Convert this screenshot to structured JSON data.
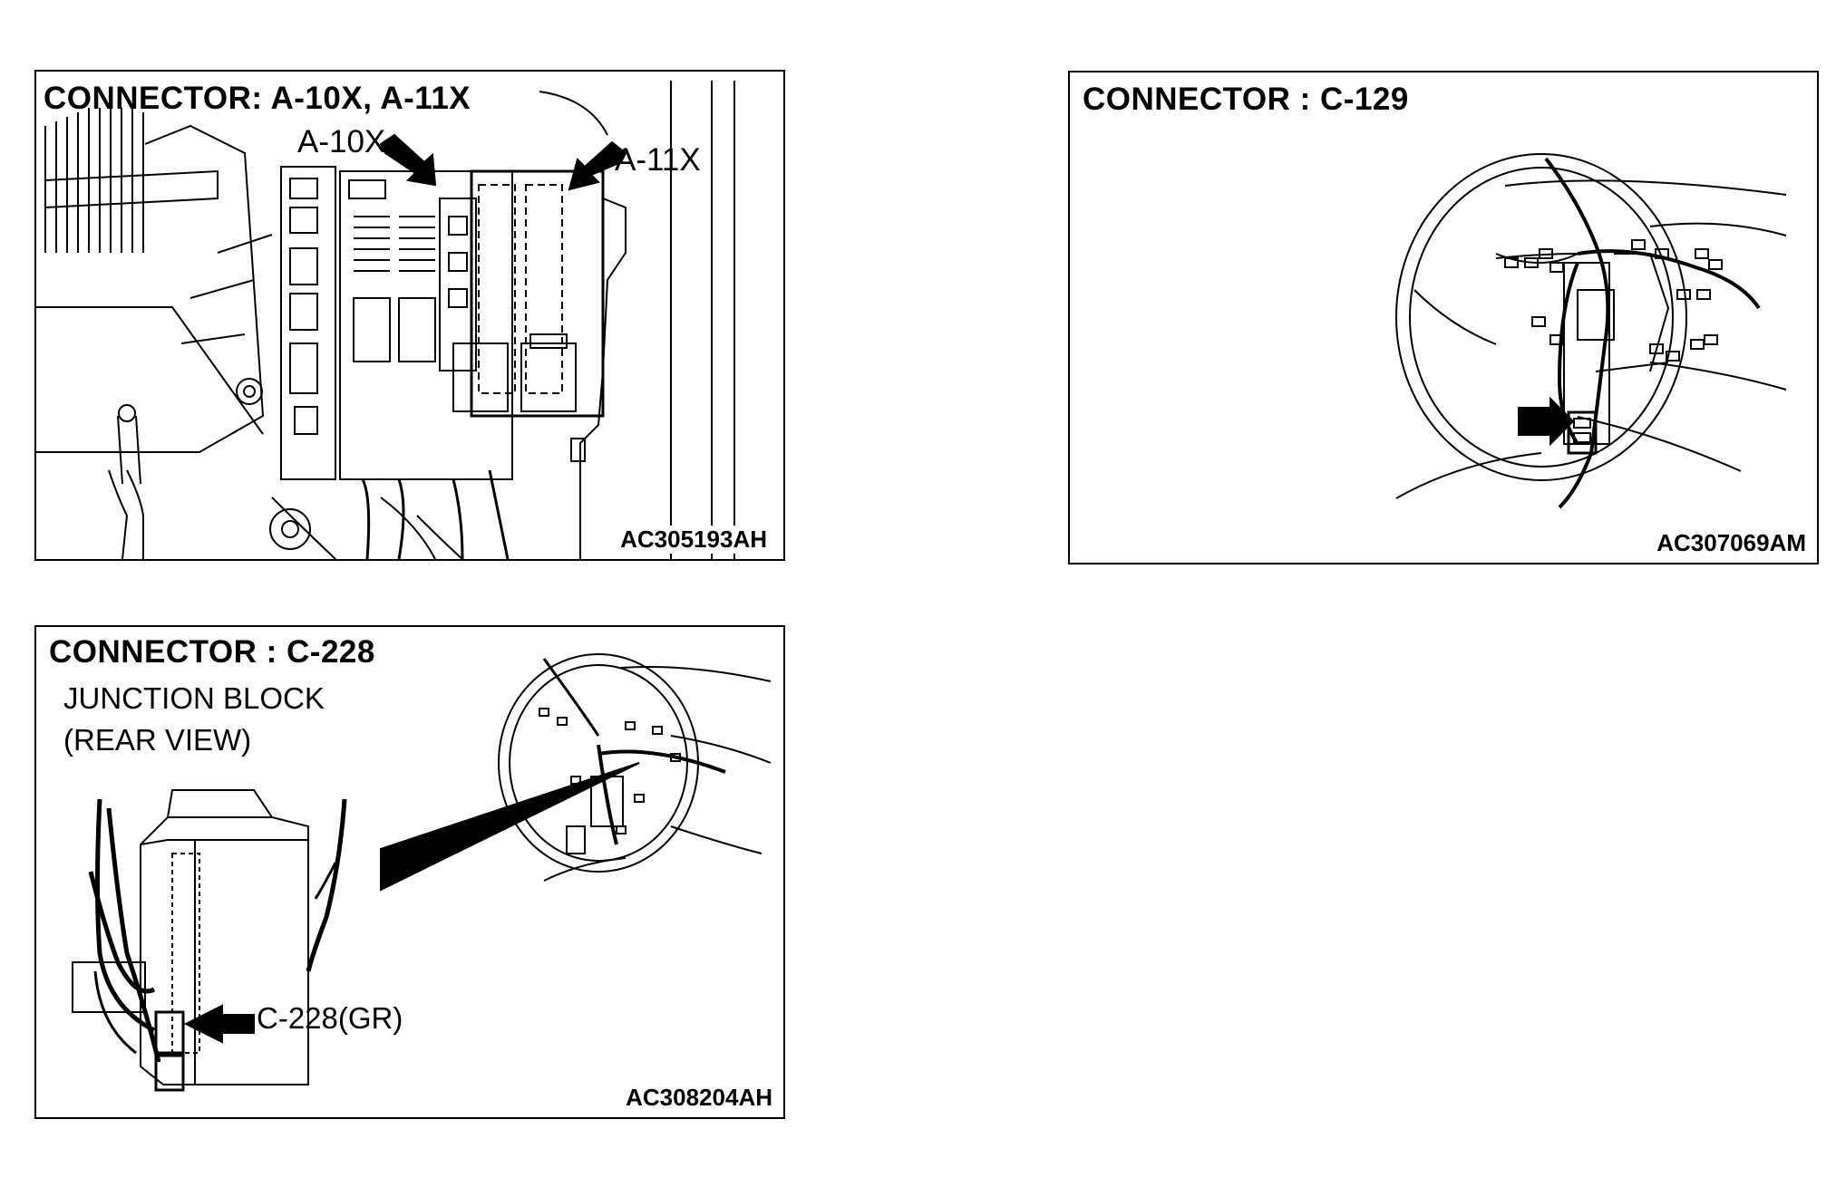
{
  "panels": [
    {
      "title": "CONNECTOR: A-10X, A-11X",
      "code": "AC305193AH",
      "labels": {
        "left": "A-10X",
        "right": "A-11X"
      }
    },
    {
      "title": "CONNECTOR : C-129",
      "code": "AC307069AM"
    },
    {
      "title": "CONNECTOR : C-228",
      "code": "AC308204AH",
      "subtitle_line1": "JUNCTION BLOCK",
      "subtitle_line2": "(REAR VIEW)",
      "callout": "C-228(GR)"
    }
  ]
}
